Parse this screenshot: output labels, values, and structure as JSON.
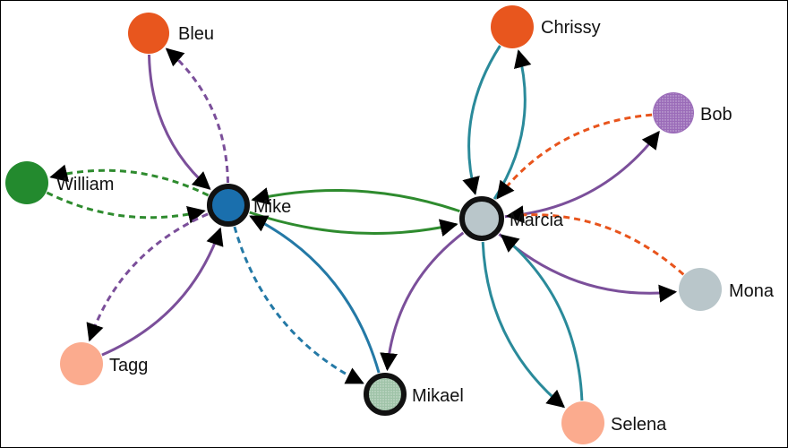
{
  "colors": {
    "purple": "#7b4f9a",
    "green": "#2e8b2e",
    "blue": "#2479a6",
    "teal": "#2a8a9a",
    "orange": "#e8541c",
    "arrow": "#000000"
  },
  "nodes": [
    {
      "id": "mike",
      "label": "Mike",
      "fill": "#1a6fad",
      "focus": true,
      "texture": false
    },
    {
      "id": "marcia",
      "label": "Marcia",
      "fill": "#b9c6ca",
      "focus": true,
      "texture": false
    },
    {
      "id": "mikael",
      "label": "Mikael",
      "fill": "#9fc3a8",
      "focus": true,
      "texture": true
    },
    {
      "id": "bleu",
      "label": "Bleu",
      "fill": "#e8561e",
      "focus": false,
      "texture": false
    },
    {
      "id": "william",
      "label": "William",
      "fill": "#238a2e",
      "focus": false,
      "texture": false
    },
    {
      "id": "tagg",
      "label": "Tagg",
      "fill": "#fbab8e",
      "focus": false,
      "texture": false
    },
    {
      "id": "chrissy",
      "label": "Chrissy",
      "fill": "#e8561e",
      "focus": false,
      "texture": false
    },
    {
      "id": "bob",
      "label": "Bob",
      "fill": "#9a6bb8",
      "focus": false,
      "texture": true
    },
    {
      "id": "mona",
      "label": "Mona",
      "fill": "#b9c6ca",
      "focus": false,
      "texture": false
    },
    {
      "id": "selena",
      "label": "Selena",
      "fill": "#fbab8e",
      "focus": false,
      "texture": false
    }
  ],
  "links": [
    {
      "source": "bleu",
      "target": "mike",
      "color": "purple",
      "dashed": false
    },
    {
      "source": "mike",
      "target": "bleu",
      "color": "purple",
      "dashed": true
    },
    {
      "source": "william",
      "target": "mike",
      "color": "green",
      "dashed": true
    },
    {
      "source": "mike",
      "target": "william",
      "color": "green",
      "dashed": true
    },
    {
      "source": "tagg",
      "target": "mike",
      "color": "purple",
      "dashed": false
    },
    {
      "source": "mike",
      "target": "tagg",
      "color": "purple",
      "dashed": true
    },
    {
      "source": "mike",
      "target": "marcia",
      "color": "green",
      "dashed": false
    },
    {
      "source": "marcia",
      "target": "mike",
      "color": "green",
      "dashed": false
    },
    {
      "source": "mikael",
      "target": "mike",
      "color": "blue",
      "dashed": false
    },
    {
      "source": "mike",
      "target": "mikael",
      "color": "blue",
      "dashed": true
    },
    {
      "source": "marcia",
      "target": "mikael",
      "color": "purple",
      "dashed": false
    },
    {
      "source": "marcia",
      "target": "chrissy",
      "color": "teal",
      "dashed": false
    },
    {
      "source": "chrissy",
      "target": "marcia",
      "color": "teal",
      "dashed": false
    },
    {
      "source": "marcia",
      "target": "bob",
      "color": "purple",
      "dashed": false
    },
    {
      "source": "bob",
      "target": "marcia",
      "color": "orange",
      "dashed": true
    },
    {
      "source": "marcia",
      "target": "mona",
      "color": "purple",
      "dashed": false
    },
    {
      "source": "mona",
      "target": "marcia",
      "color": "orange",
      "dashed": true
    },
    {
      "source": "marcia",
      "target": "selena",
      "color": "teal",
      "dashed": false
    },
    {
      "source": "selena",
      "target": "marcia",
      "color": "teal",
      "dashed": false
    }
  ]
}
